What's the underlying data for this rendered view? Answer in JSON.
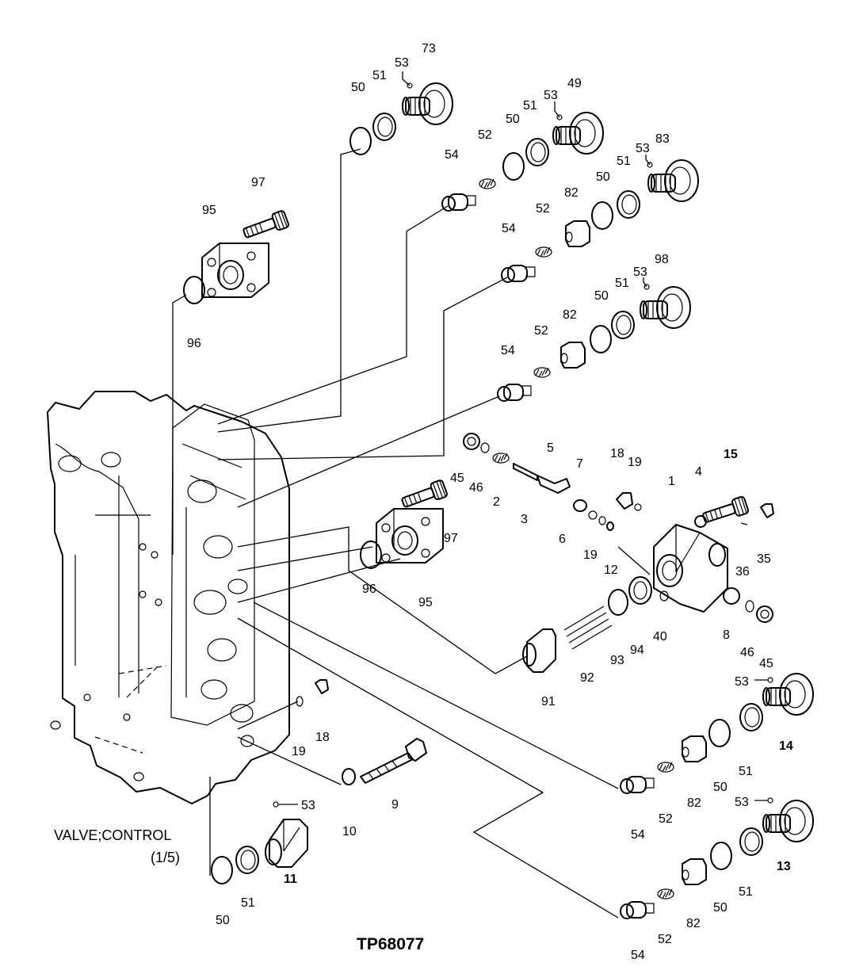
{
  "caption": {
    "title": "VALVE;CONTROL",
    "sheet": "(1/5)"
  },
  "figure_code": "TP68077",
  "callouts": {
    "c73": "73",
    "c53a": "53",
    "c51a": "51",
    "c50a": "50",
    "c49": "49",
    "c53b": "53",
    "c51b": "51",
    "c50b": "50",
    "c52a": "52",
    "c54a": "54",
    "c83": "83",
    "c53c": "53",
    "c51c": "51",
    "c50c": "50",
    "c82a": "82",
    "c52b": "52",
    "c54b": "54",
    "c97a": "97",
    "c95a": "95",
    "c96a": "96",
    "c98": "98",
    "c53d": "53",
    "c51d": "51",
    "c50d": "50",
    "c82b": "82",
    "c52c": "52",
    "c54c": "54",
    "c45a": "45",
    "c46a": "46",
    "c2": "2",
    "c5": "5",
    "c3": "3",
    "c7": "7",
    "c6": "6",
    "c18a": "18",
    "c19a": "19",
    "c19b": "19",
    "c12": "12",
    "c1": "1",
    "c4": "4",
    "c15": "15",
    "c35": "35",
    "c36": "36",
    "c97b": "97",
    "c96b": "96",
    "c95b": "95",
    "c93": "93",
    "c94": "94",
    "c40": "40",
    "c8": "8",
    "c46b": "46",
    "c45b": "45",
    "c92": "92",
    "c91": "91",
    "c53e": "53",
    "c14": "14",
    "c51e": "51",
    "c50e": "50",
    "c82c": "82",
    "c52d": "52",
    "c54d": "54",
    "c19c": "19",
    "c18b": "18",
    "c10": "10",
    "c9": "9",
    "c53f": "53",
    "c11": "11",
    "c51f": "51",
    "c50f": "50",
    "c53g": "53",
    "c13": "13",
    "c51g": "51",
    "c50g": "50",
    "c82d": "82",
    "c52e": "52",
    "c54e": "54"
  }
}
